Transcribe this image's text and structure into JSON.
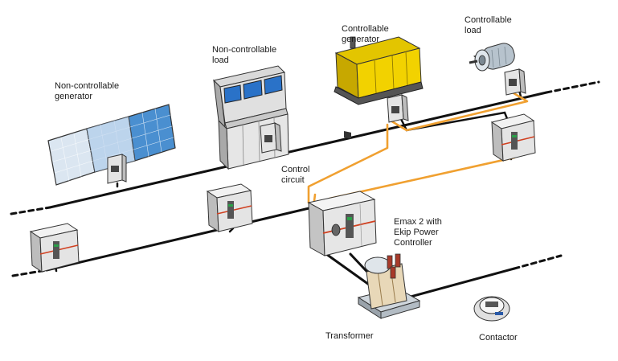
{
  "labels": {
    "non_controllable_generator": "Non-controllable\ngenerator",
    "non_controllable_load": "Non-controllable\nload",
    "controllable_generator": "Controllable\ngenerator",
    "controllable_load": "Controllable\nload",
    "control_circuit": "Control\ncircuit",
    "emax": "Emax 2 with\nEkip Power\nController",
    "transformer": "Transformer",
    "contactor": "Contactor"
  },
  "colors": {
    "power_line": "#111111",
    "control_line": "#f0a030",
    "generator_body": "#f2d200",
    "breaker_body": "#e4e4e4",
    "panel_blue": "#4a8fd0",
    "screen_blue": "#2a72c8"
  }
}
